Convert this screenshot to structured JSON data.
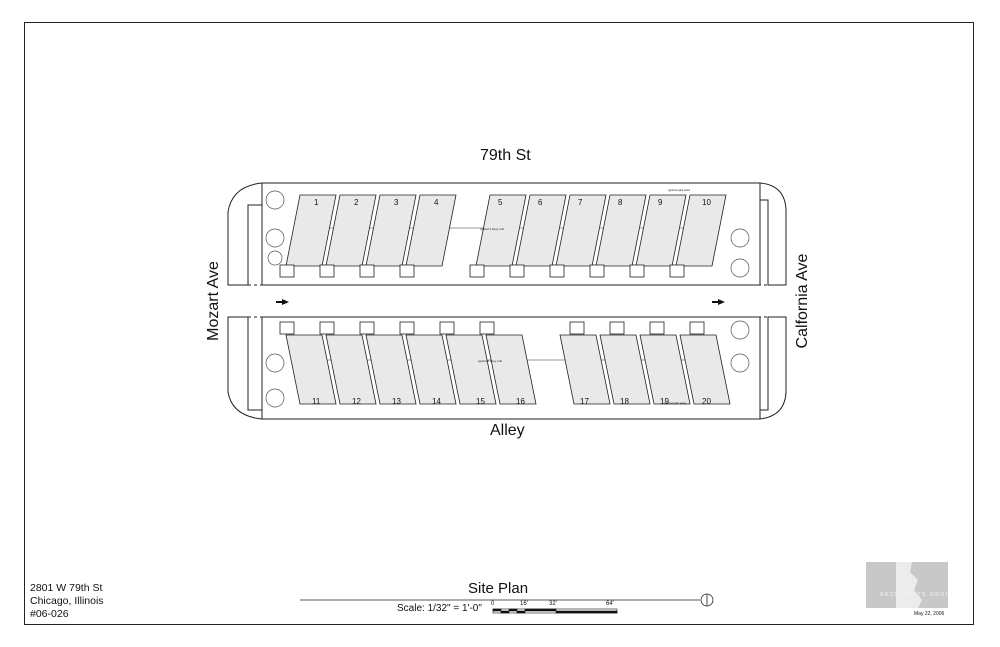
{
  "streets": {
    "top": "79th St",
    "bottom": "Alley",
    "left": "Mozart Ave",
    "right": "Calfornia Ave"
  },
  "address": {
    "line1": "2801 W 79th St",
    "line2": "Chicago, Illinois",
    "line3": "#06-026"
  },
  "title_block": {
    "title": "Site Plan",
    "scale": "Scale: 1/32\" = 1'-0\"",
    "scale_ticks": [
      "0",
      "16'",
      "32'",
      "64'"
    ],
    "firm": "ARCHITECTS GROUP",
    "date": "May 22, 2006"
  },
  "lots_top": [
    "1",
    "2",
    "3",
    "4",
    "5",
    "6",
    "7",
    "8",
    "9",
    "10"
  ],
  "lots_bottom": [
    "11",
    "12",
    "13",
    "14",
    "15",
    "16",
    "17",
    "18",
    "19",
    "20"
  ],
  "notes": {
    "typical_unit": "typical 3 story unit",
    "yard_area_top": "typical yard area",
    "yard_area_bottom": "typical yard area"
  }
}
